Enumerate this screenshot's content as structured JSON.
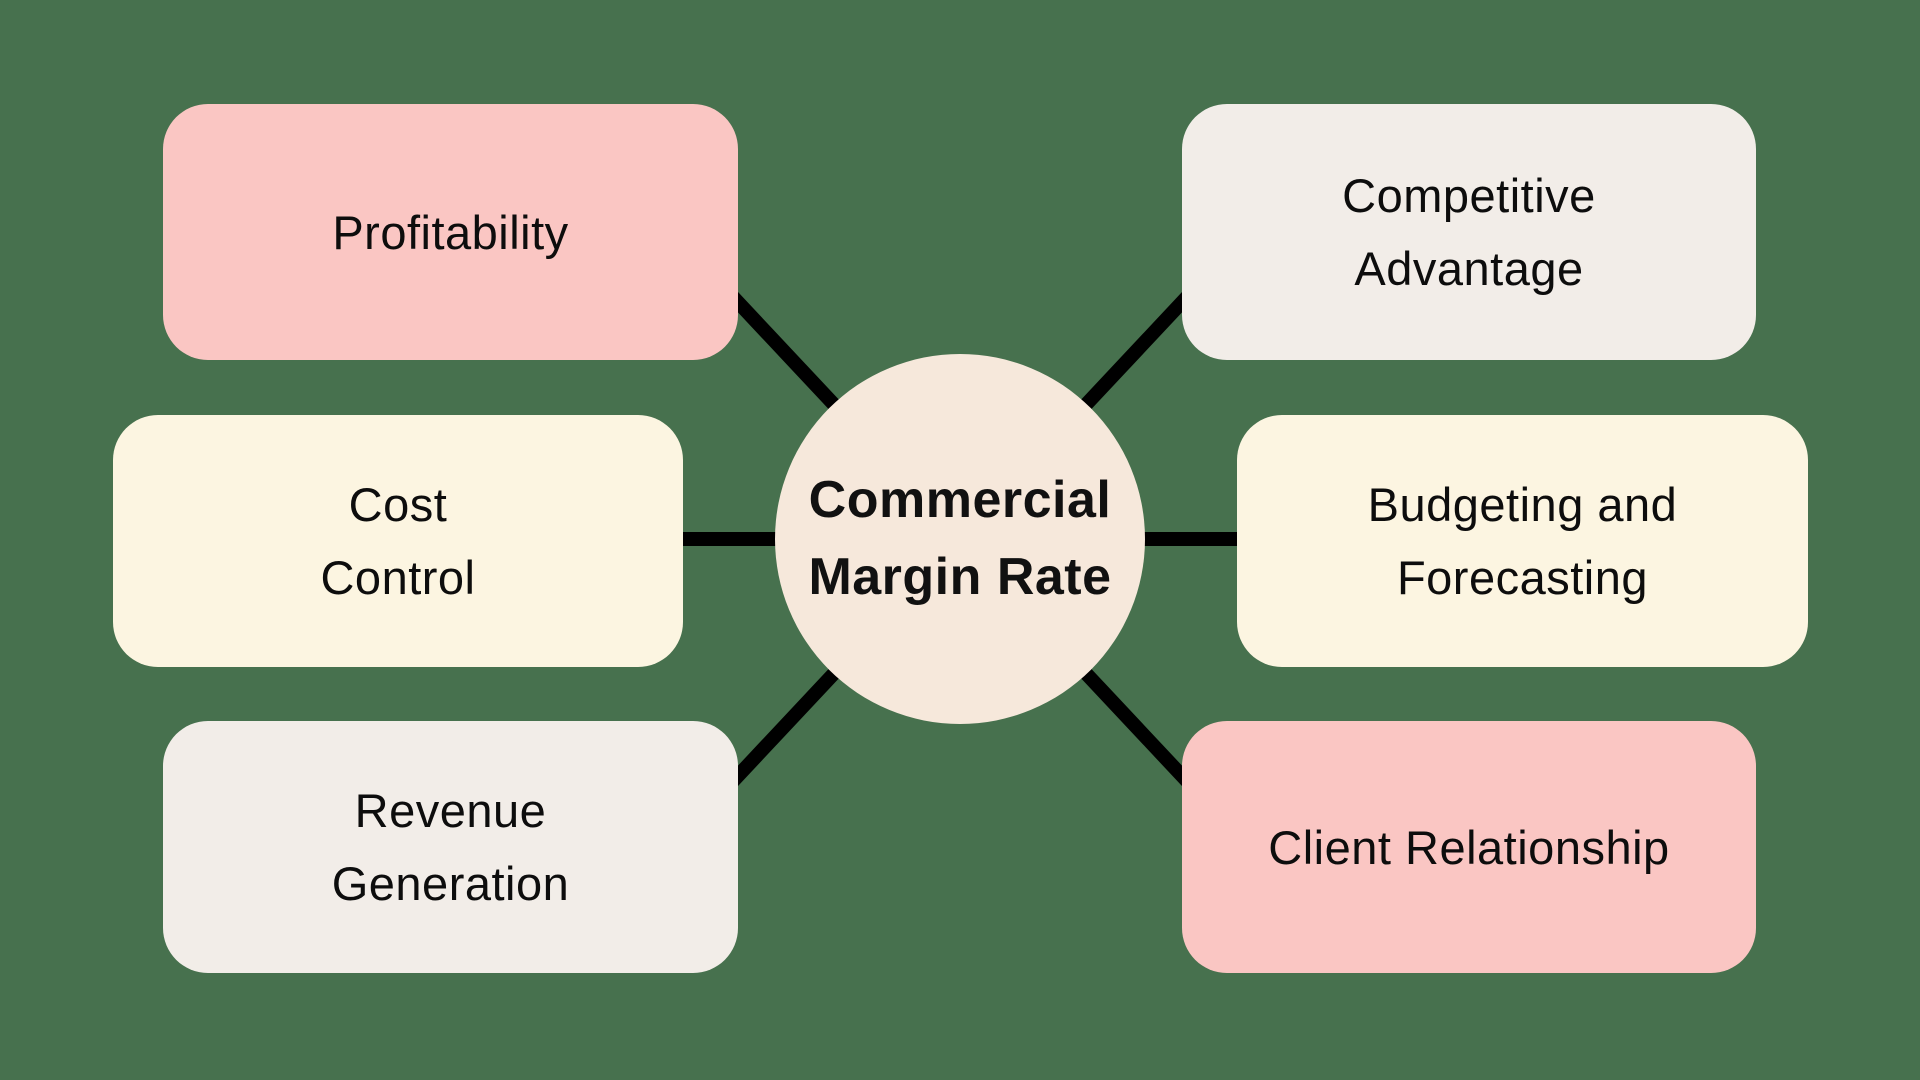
{
  "canvas": {
    "background_color": "#47714E"
  },
  "center": {
    "label_line1": "Commercial",
    "label_line2": "Margin Rate",
    "fill": "#F6E8DB",
    "text_color": "#111111"
  },
  "nodes": [
    {
      "id": "profitability",
      "position": "top-left",
      "fill": "#FAC6C3",
      "lines": [
        "Profitability"
      ]
    },
    {
      "id": "cost-control",
      "position": "middle-left",
      "fill": "#FCF5E1",
      "lines": [
        "Cost",
        "Control"
      ]
    },
    {
      "id": "revenue-generation",
      "position": "bottom-left",
      "fill": "#F2EDE8",
      "lines": [
        "Revenue",
        "Generation"
      ]
    },
    {
      "id": "competitive-advantage",
      "position": "top-right",
      "fill": "#F2EDE8",
      "lines": [
        "Competitive",
        "Advantage"
      ]
    },
    {
      "id": "budgeting-forecasting",
      "position": "middle-right",
      "fill": "#FCF5E1",
      "lines": [
        "Budgeting and",
        "Forecasting"
      ]
    },
    {
      "id": "client-relationship",
      "position": "bottom-right",
      "fill": "#FAC6C3",
      "lines": [
        "Client Relationship"
      ]
    }
  ],
  "connectors": {
    "color": "#000000",
    "width": "14"
  }
}
